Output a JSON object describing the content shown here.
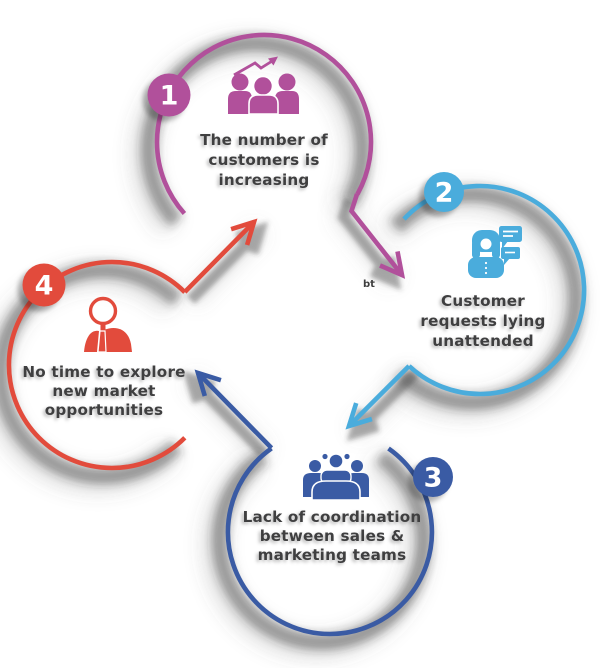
{
  "background_color": "#ffffff",
  "text_color": "#3f3f40",
  "steps": [
    {
      "number": "1",
      "color": "#b1509b",
      "icon": "customers-growth-icon",
      "lines": [
        "The number of",
        "customers is",
        "increasing"
      ]
    },
    {
      "number": "2",
      "color": "#4aacdc",
      "icon": "customer-requests-icon",
      "lines": [
        "Customer",
        "requests lying",
        "unattended"
      ]
    },
    {
      "number": "3",
      "color": "#3a5ba4",
      "icon": "team-meeting-icon",
      "lines": [
        "Lack of coordination",
        "between sales &",
        "marketing teams"
      ]
    },
    {
      "number": "4",
      "color": "#e24b3c",
      "icon": "market-explorer-icon",
      "lines": [
        "No time to explore",
        "new market",
        "opportunities"
      ]
    }
  ],
  "watermark_fragment": "bt"
}
